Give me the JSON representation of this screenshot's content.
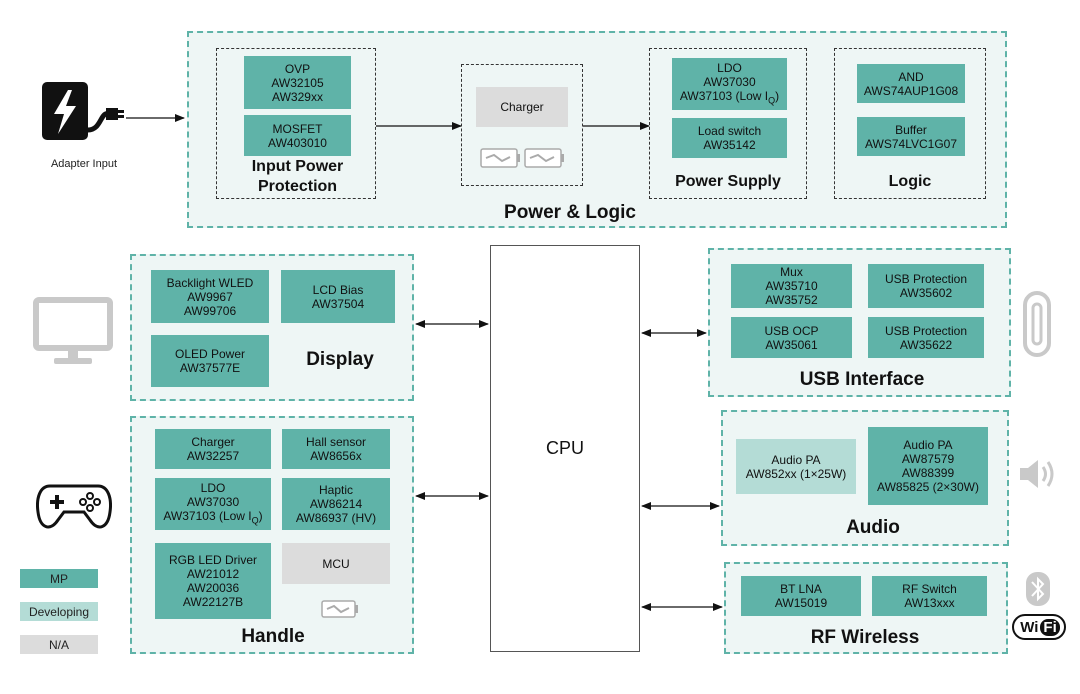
{
  "power_logic": {
    "title": "Power & Logic",
    "adapter_label": "Adapter Input",
    "input_protection": {
      "title": "Input Power Protection",
      "chips": [
        "OVP\nAW32105\nAW329xx",
        "MOSFET\nAW403010"
      ]
    },
    "charger": {
      "label": "Charger"
    },
    "power_supply": {
      "title": "Power Supply",
      "ldo_line1": "LDO",
      "ldo_line2": "AW37030",
      "ldo_line3": "AW37103 (Low I",
      "ldo_sub": "Q",
      "ldo_close": ")",
      "load_switch": "Load switch\nAW35142"
    },
    "logic": {
      "title": "Logic",
      "chips": [
        "AND\nAWS74AUP1G08",
        "Buffer\nAWS74LVC1G07"
      ]
    }
  },
  "cpu": {
    "label": "CPU"
  },
  "display": {
    "title": "Display",
    "chips": [
      "Backlight WLED\nAW9967\nAW99706",
      "LCD Bias\nAW37504",
      "OLED Power\nAW37577E"
    ]
  },
  "handle": {
    "title": "Handle",
    "charger": "Charger\nAW32257",
    "hall": "Hall sensor\nAW8656x",
    "ldo_line1": "LDO",
    "ldo_line2": "AW37030",
    "ldo_line3": "AW37103 (Low I",
    "ldo_sub": "Q",
    "ldo_close": ")",
    "haptic": "Haptic\nAW86214\nAW86937 (HV)",
    "rgb": "RGB LED Driver\nAW21012\nAW20036\nAW22127B",
    "mcu": "MCU"
  },
  "usb": {
    "title": "USB Interface",
    "chips": [
      "Mux\nAW35710\nAW35752",
      "USB Protection\nAW35602",
      "USB OCP\nAW35061",
      "USB Protection\nAW35622"
    ]
  },
  "audio": {
    "title": "Audio",
    "chips": [
      "Audio PA\nAW852xx (1×25W)",
      "Audio PA\nAW87579\nAW88399\nAW85825 (2×30W)"
    ]
  },
  "rf": {
    "title": "RF Wireless",
    "chips": [
      "BT LNA\nAW15019",
      "RF Switch\nAW13xxx"
    ],
    "wifi_left": "Wi",
    "wifi_right": "Fi"
  },
  "legend": [
    "MP",
    "Developing",
    "N/A"
  ],
  "colors": {
    "mp": "#5fb3a8",
    "developing": "#b4dcd6",
    "na": "#dcdcdc",
    "region_border": "#5fb3a8",
    "region_fill": "#eef6f5"
  },
  "icons": [
    "adapter-plug-icon",
    "battery-icon",
    "monitor-icon",
    "gamepad-icon",
    "usb-c-port-icon",
    "speaker-icon",
    "bluetooth-icon",
    "wifi-icon"
  ]
}
